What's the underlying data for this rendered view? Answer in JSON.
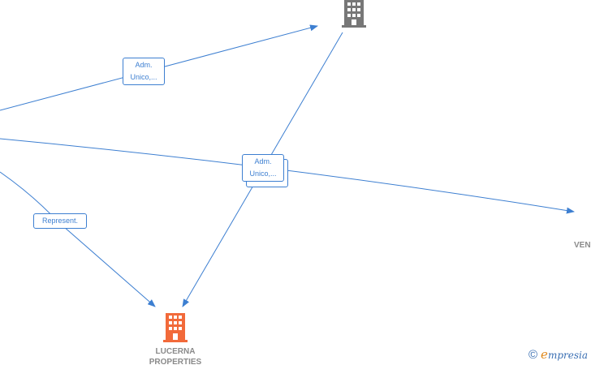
{
  "nodes": {
    "company_top": {
      "name": "",
      "color": "#777777"
    },
    "company_lucerna": {
      "name_line1": "LUCERNA",
      "name_line2": "PROPERTIES",
      "color": "#f26a3a"
    },
    "right_node": {
      "name_fragment": "VEN"
    }
  },
  "edges": {
    "label_adm_top": {
      "line1": "Adm.",
      "line2": "Unico,..."
    },
    "label_adm_center": {
      "line1": "Adm.",
      "line2": "Unico,..."
    },
    "label_represent": {
      "text": "Represent."
    }
  },
  "footer": {
    "copyright_symbol": "©",
    "brand_initial": "e",
    "brand_rest": "mpresia"
  },
  "colors": {
    "edge": "#3d7fd1",
    "brand_blue": "#3a6fb3",
    "brand_orange": "#e08a1e"
  }
}
